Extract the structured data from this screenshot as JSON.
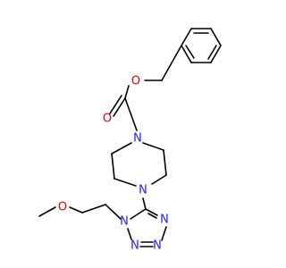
{
  "molecule": {
    "atoms": {
      "ester_o_single": "O",
      "carbonyl_o": "O",
      "piperazine_n_top": "N",
      "piperazine_n_bottom": "N",
      "tetrazole_n1": "N",
      "tetrazole_n2": "N",
      "tetrazole_n3": "N",
      "tetrazole_n4": "N",
      "methoxy_o": "O"
    },
    "colors": {
      "carbon_bond": "#000000",
      "oxygen": "#e00000",
      "nitrogen": "#2020ff",
      "background": "#ffffff"
    }
  }
}
